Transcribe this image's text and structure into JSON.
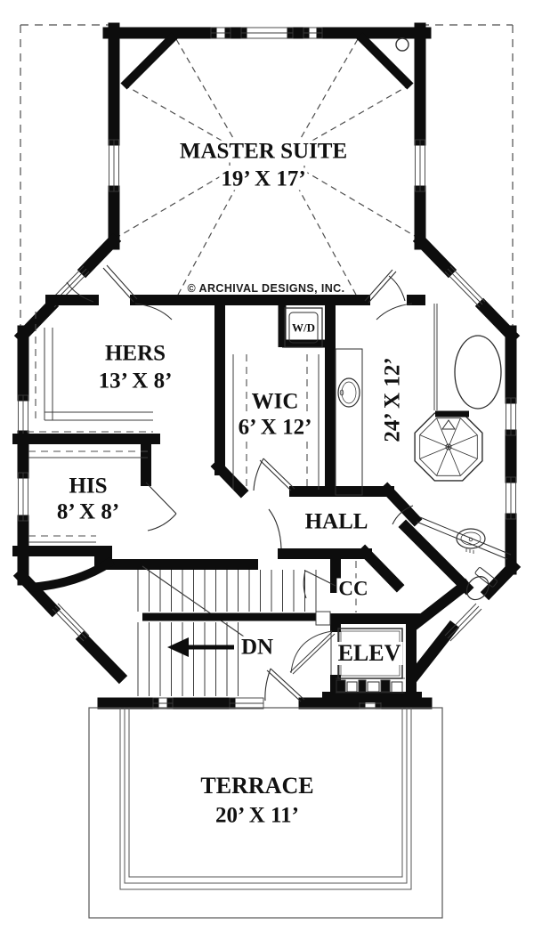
{
  "plan": {
    "copyright": "© ARCHIVAL DESIGNS, INC.",
    "rooms": {
      "master": {
        "name": "MASTER SUITE",
        "dims": "19’ X 17’"
      },
      "hers": {
        "name": "HERS",
        "dims": "13’ X 8’"
      },
      "wic": {
        "name": "WIC",
        "dims": "6’ X 12’"
      },
      "his": {
        "name": "HIS",
        "dims": "8’ X 8’"
      },
      "bath": {
        "dims": "24’ X 12’"
      },
      "hall": {
        "name": "HALL"
      },
      "cc": {
        "name": "CC"
      },
      "elev": {
        "name": "ELEV"
      },
      "terrace": {
        "name": "TERRACE",
        "dims": "20’ X 11’"
      }
    },
    "annotations": {
      "washer_dryer": "W/D",
      "down": "DN"
    },
    "colors": {
      "wall": "#0d0d0d",
      "thin_line": "#3c3c3c",
      "dashed_line": "#4d4d4d",
      "background": "#ffffff"
    }
  }
}
